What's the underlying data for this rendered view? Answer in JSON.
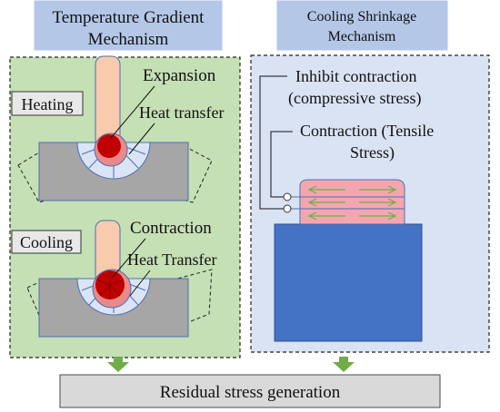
{
  "left": {
    "header_line1": "Temperature Gradient",
    "header_line2": "Mechanism",
    "heating_label": "Heating",
    "cooling_label": "Cooling",
    "expansion_label": "Expansion",
    "heat_transfer_top": "Heat transfer",
    "contraction_label": "Contraction",
    "heat_transfer_bottom": "Heat Transfer"
  },
  "right": {
    "header_line1": "Cooling Shrinkage",
    "header_line2": "Mechanism",
    "inhibit_line1": "Inhibit contraction",
    "inhibit_line2": "(compressive stress)",
    "tensile_line1": "Contraction (Tensile",
    "tensile_line2": "Stress)"
  },
  "bottom": {
    "result_label": "Residual stress generation"
  },
  "colors": {
    "header_fill": "#b4c7e7",
    "left_panel_fill": "#c5e0b4",
    "right_panel_fill": "#dae3f3",
    "substrate_fill": "#a6a6a6",
    "nozzle_fill": "#f8cbad",
    "melt_pool_fill": "#c00000",
    "deposit_fill": "#f4a6b0",
    "right_substrate_fill": "#4472c4",
    "arrow_green": "#70ad47",
    "result_box_fill": "#d9d9d9"
  }
}
